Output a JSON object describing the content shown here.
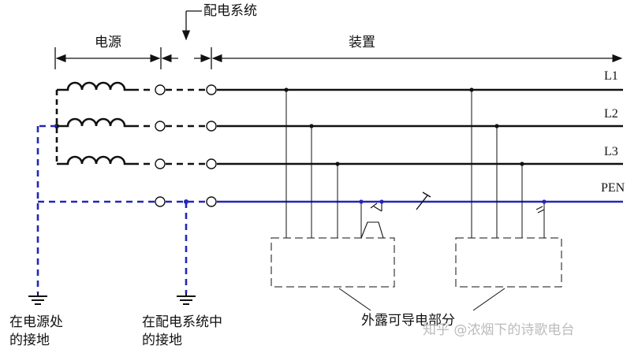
{
  "header": {
    "source": "电源",
    "distribution": "配电系统",
    "equipment": "装置"
  },
  "conductors": {
    "l1": "L1",
    "l2": "L2",
    "l3": "L3",
    "pen": "PEN"
  },
  "bottom": {
    "source_ground_line1": "在电源处",
    "source_ground_line2": "的接地",
    "dist_ground_line1": "在配电系统中",
    "dist_ground_line2": "的接地",
    "exposed_parts": "外露可导电部分"
  },
  "watermark": "知乎 @浓烟下的诗歌电台",
  "colors": {
    "phase": "#111111",
    "pen": "#2426b8"
  }
}
